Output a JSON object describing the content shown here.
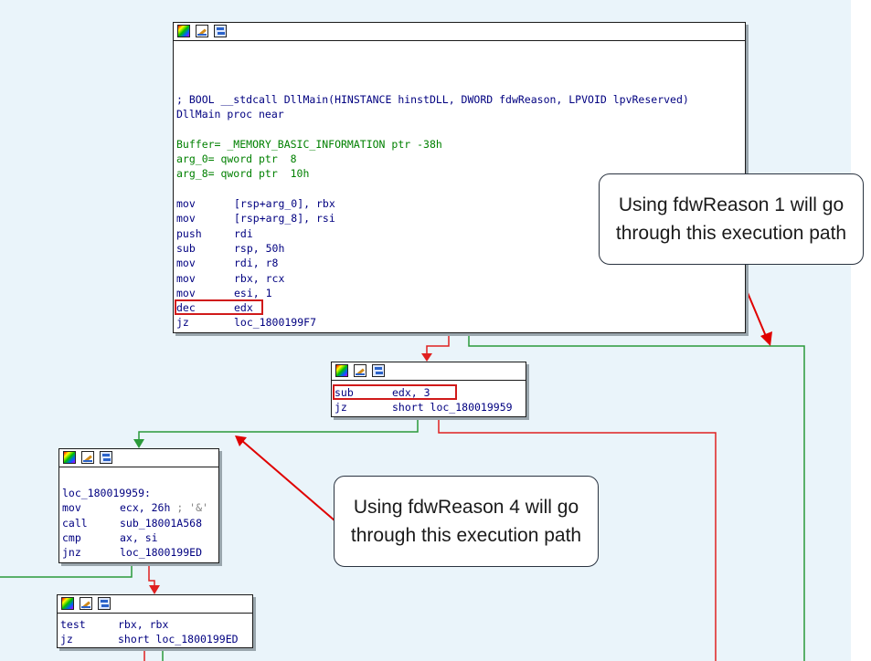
{
  "colors": {
    "flow_red": "#e02020",
    "flow_green": "#2b9a3a",
    "highlight": "#d01a1a",
    "callout_arrow": "#e00000"
  },
  "icons": [
    "color-palette-icon",
    "edit-pencil-icon",
    "graph-view-icon"
  ],
  "nodes": {
    "main": {
      "lines": [
        {
          "t": "; BOOL __stdcall DllMain(HINSTANCE hinstDLL, DWORD fdwReason, LPVOID lpvReserved)"
        },
        {
          "t": "DllMain proc near"
        },
        {
          "t": ""
        },
        {
          "t": "Buffer= _MEMORY_BASIC_INFORMATION ptr -38h",
          "green": true
        },
        {
          "t": "arg_0= qword ptr  8",
          "green": true
        },
        {
          "t": "arg_8= qword ptr  10h",
          "green": true
        },
        {
          "t": ""
        },
        {
          "mn": "mov",
          "op": "[rsp+arg_0], rbx"
        },
        {
          "mn": "mov",
          "op": "[rsp+arg_8], rsi"
        },
        {
          "mn": "push",
          "op": "rdi"
        },
        {
          "mn": "sub",
          "op": "rsp, 50h"
        },
        {
          "mn": "mov",
          "op": "rdi, r8"
        },
        {
          "mn": "mov",
          "op": "rbx, rcx"
        },
        {
          "mn": "mov",
          "op": "esi, 1"
        },
        {
          "mn": "dec",
          "op": "edx"
        },
        {
          "mn": "jz",
          "op": "loc_1800199F7"
        }
      ]
    },
    "sub_block": {
      "lines": [
        {
          "mn": "sub",
          "op": "edx, 3"
        },
        {
          "mn": "jz",
          "op": "short loc_180019959"
        }
      ]
    },
    "loc_block": {
      "lines": [
        {
          "t": "loc_180019959:"
        },
        {
          "mn": "mov",
          "op": "ecx, 26h",
          "cm": " ; '&'"
        },
        {
          "mn": "call",
          "op": "sub_18001A568"
        },
        {
          "mn": "cmp",
          "op": "ax, si"
        },
        {
          "mn": "jnz",
          "op": "loc_1800199ED"
        }
      ]
    },
    "test_block": {
      "lines": [
        {
          "mn": "test",
          "op": "rbx, rbx"
        },
        {
          "mn": "jz",
          "op": "short loc_1800199ED"
        }
      ]
    }
  },
  "callouts": {
    "reason1": "Using fdwReason 1 will go through this execution path",
    "reason4": "Using fdwReason 4 will go through this execution path"
  }
}
